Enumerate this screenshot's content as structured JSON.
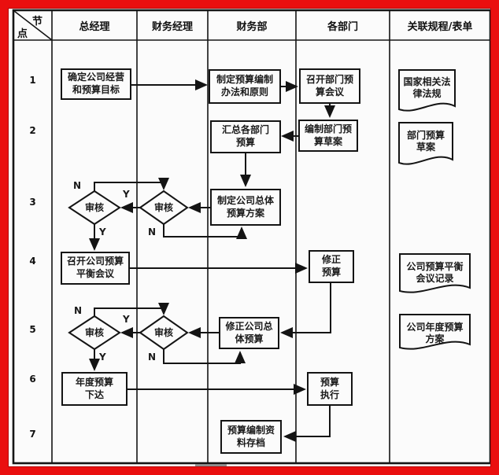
{
  "colors": {
    "frame_red": "#ea0f0f",
    "line_black": "#141414",
    "background": "#fbfbfb"
  },
  "header": {
    "corner_top": "节",
    "corner_bottom": "点",
    "columns": [
      "总经理",
      "财务经理",
      "财务部",
      "各部门",
      "关联规程/表单"
    ]
  },
  "rows": [
    "1",
    "2",
    "3",
    "4",
    "5",
    "6",
    "7"
  ],
  "nodes": {
    "review": "审核",
    "gm_goals": "确定公司经营\n和预算目标",
    "fd_method": "制定预算编制\n办法和原则",
    "dept_meeting": "召开部门预\n算会议",
    "fd_summary": "汇总各部门\n预算",
    "dept_draft": "编制部门预\n算草案",
    "fd_overall": "制定公司总体\n预算方案",
    "gm_balance": "召开公司预算\n平衡会议",
    "dept_revise": "修正\n预算",
    "fd_revise": "修正公司总\n体预算",
    "gm_issue": "年度预算\n下达",
    "dept_execute": "预算\n执行",
    "fd_archive": "预算编制资\n料存档"
  },
  "docs": {
    "laws": "国家相关法\n律法规",
    "dept_draft_doc": "部门预算\n草案",
    "balance_minutes": "公司预算平衡\n会议记录",
    "annual_plan": "公司年度预算\n方案"
  },
  "decision_labels": {
    "yes": "Y",
    "no": "N"
  }
}
